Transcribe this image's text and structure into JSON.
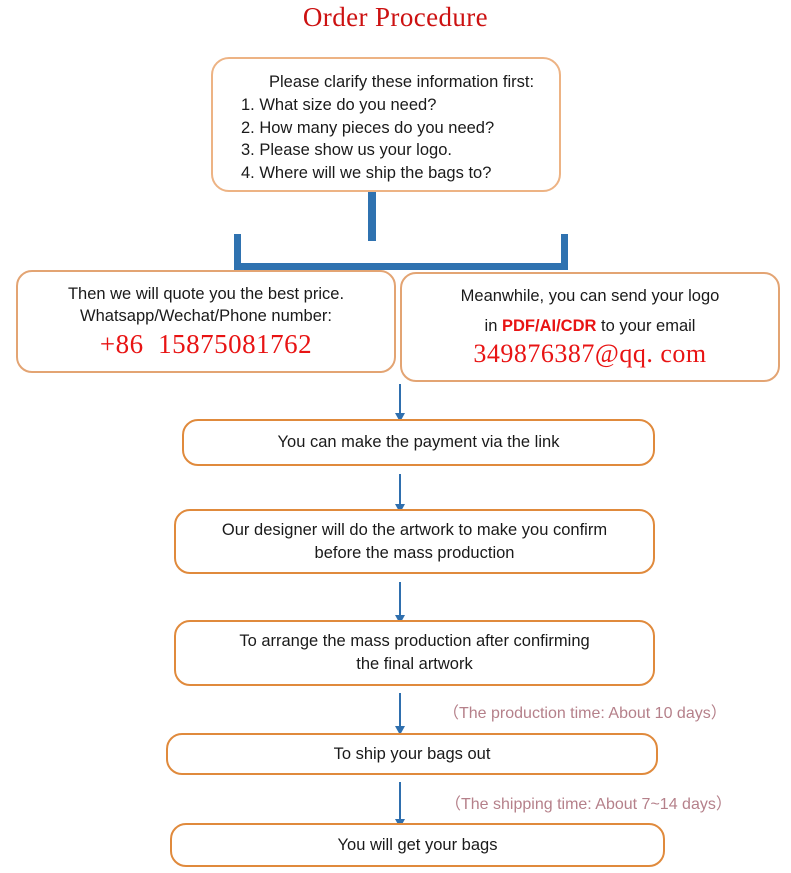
{
  "page": {
    "title": "Order Procedure",
    "title_color": "#cc1111",
    "box_border_color": "#e3a473",
    "connector_color": "#2f72b0",
    "accent_red": "#e81414",
    "annotation_color": "#b5808a"
  },
  "nodes": {
    "clarify": {
      "heading": "Please clarify these information first:",
      "items": [
        "1. What size do you need?",
        "2. How many pieces do you need?",
        "3. Please show us your logo.",
        "4. Where will we ship the bags to?"
      ]
    },
    "quote": {
      "line1": "Then we will quote you the best price.",
      "line2": "Whatsapp/Wechat/Phone number:",
      "phone": "+86  15875081762"
    },
    "logo": {
      "line1": "Meanwhile, you can send your logo",
      "line2_prefix": "in ",
      "formats": "PDF/AI/CDR",
      "line2_suffix": " to your email",
      "email": "349876387@qq. com"
    },
    "payment": {
      "text": "You can make the payment via the link"
    },
    "artwork": {
      "line1": "Our designer will do the artwork to make you confirm",
      "line2": "before the mass production"
    },
    "production": {
      "line1": "To arrange the mass production after confirming",
      "line2": "the final artwork"
    },
    "ship": {
      "text": "To ship your bags out"
    },
    "receive": {
      "text": "You will get your bags"
    }
  },
  "annotations": {
    "production_time": "（The production time: About 10 days）",
    "shipping_time": "（The shipping time: About 7~14 days）"
  }
}
